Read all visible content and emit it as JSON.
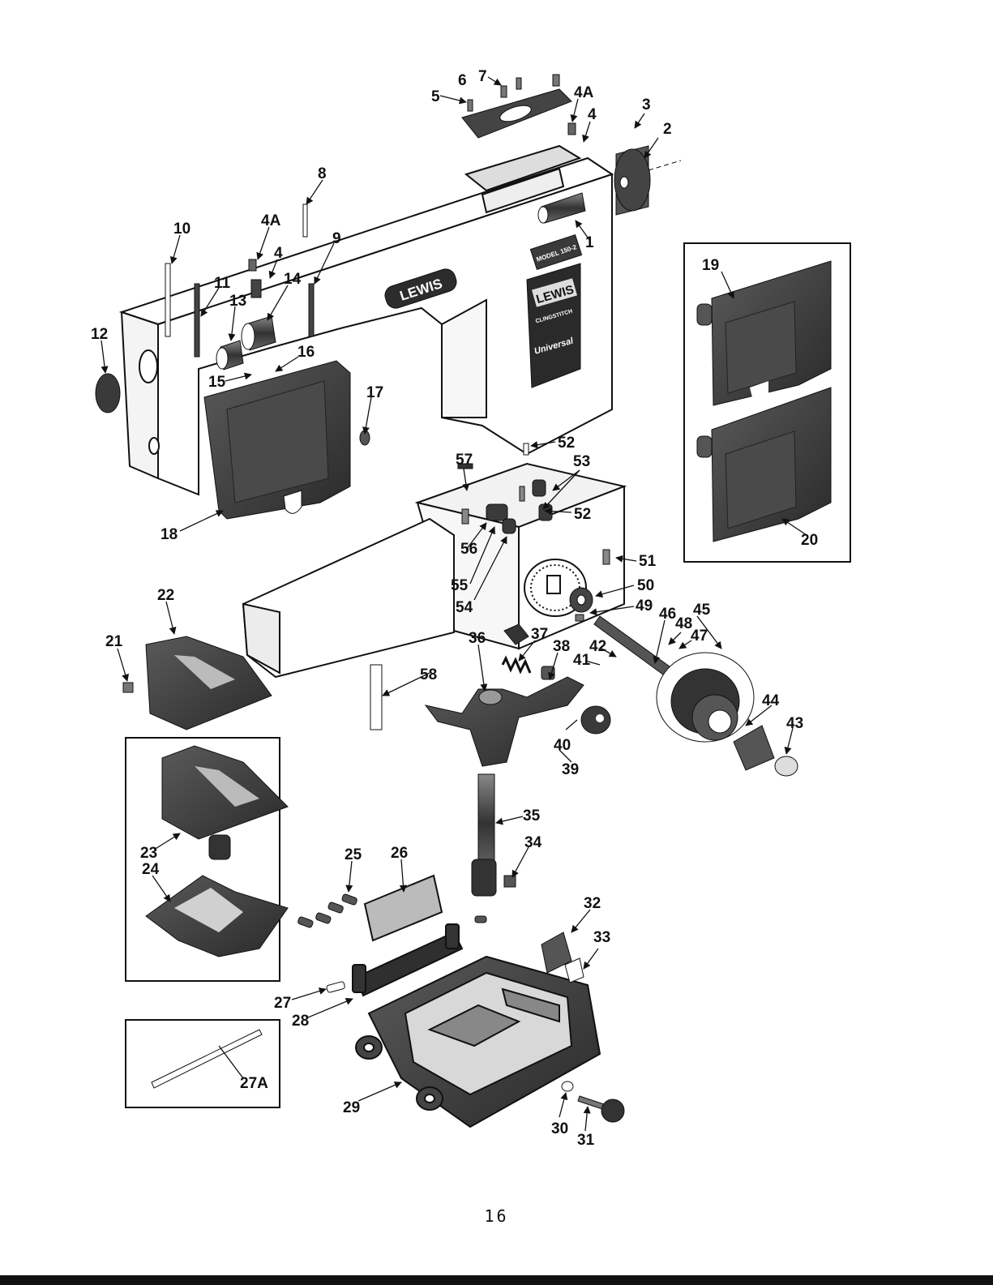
{
  "brand": {
    "logo_text": "LEWIS",
    "plate_brand": "LEWIS",
    "plate_line_1": "CLINGSTITCH",
    "plate_line_2": "Universal",
    "model_plate": "MODEL 150-2"
  },
  "callouts": {
    "c1": "1",
    "c2": "2",
    "c3": "3",
    "c4a": "4",
    "c4b": "4",
    "c4A_a": "4A",
    "c4A_b": "4A",
    "c5": "5",
    "c6": "6",
    "c7": "7",
    "c8": "8",
    "c9": "9",
    "c10": "10",
    "c11": "11",
    "c12": "12",
    "c13": "13",
    "c14": "14",
    "c15": "15",
    "c16": "16",
    "c17": "17",
    "c18": "18",
    "c19": "19",
    "c20": "20",
    "c21": "21",
    "c22": "22",
    "c23": "23",
    "c24": "24",
    "c25": "25",
    "c26": "26",
    "c27": "27",
    "c27A": "27A",
    "c28": "28",
    "c29": "29",
    "c30": "30",
    "c31": "31",
    "c32": "32",
    "c33": "33",
    "c34": "34",
    "c35": "35",
    "c36": "36",
    "c37": "37",
    "c38": "38",
    "c39": "39",
    "c40": "40",
    "c41": "41",
    "c42": "42",
    "c43": "43",
    "c44": "44",
    "c45": "45",
    "c46": "46",
    "c47": "47",
    "c48": "48",
    "c49": "49",
    "c50": "50",
    "c51": "51",
    "c52a": "52",
    "c52b": "52",
    "c53": "53",
    "c54": "54",
    "c55": "55",
    "c56": "56",
    "c57": "57",
    "c58": "58"
  },
  "page_number": "16",
  "colors": {
    "ink": "#111111",
    "part_dark": "#3a3a3a",
    "part_mid": "#6b6b6b",
    "paper": "#ffffff"
  }
}
